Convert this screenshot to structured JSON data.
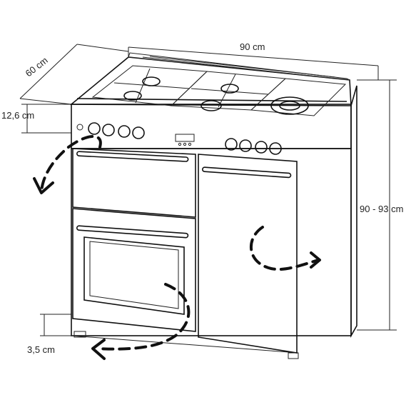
{
  "dimensions": {
    "width": "90 cm",
    "depth": "60 cm",
    "height": "90 - 93 cm",
    "hob_height": "12,6 cm",
    "plinth_height": "3,5 cm"
  },
  "appliance": {
    "type": "range cooker",
    "burners": 5,
    "control_knobs": 8,
    "oven_doors": 3
  },
  "colors": {
    "line": "#222222",
    "background": "#ffffff"
  }
}
